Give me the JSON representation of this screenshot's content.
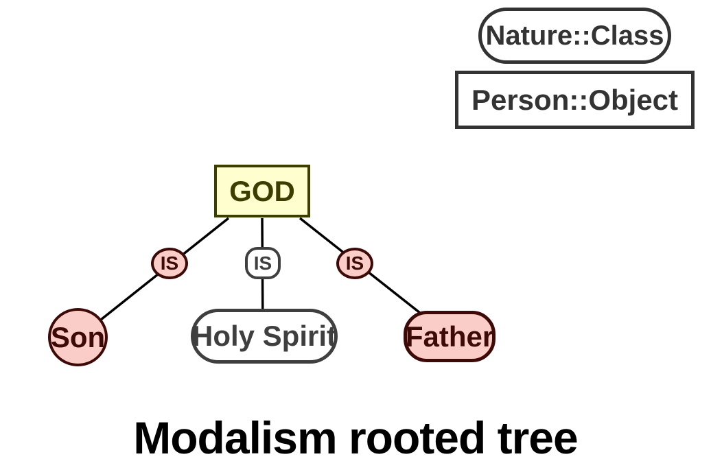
{
  "title": "Modalism rooted tree",
  "legend": {
    "class_node_label": "Nature::Class",
    "object_node_label": "Person::Object"
  },
  "tree": {
    "root": {
      "label": "GOD"
    },
    "edges": [
      {
        "label": "IS",
        "from": "GOD",
        "to": "Son"
      },
      {
        "label": "IS",
        "from": "GOD",
        "to": "Holy Spirit"
      },
      {
        "label": "IS",
        "from": "GOD",
        "to": "Father"
      }
    ],
    "children": [
      {
        "label": "Son"
      },
      {
        "label": "Holy Spirit"
      },
      {
        "label": "Father"
      }
    ]
  },
  "colors": {
    "person_fill": "#FACDC8",
    "person_border": "#3D0A08",
    "class_fill": "#FEFECE",
    "class_border": "#3D3D00",
    "neutral_border": "#3F3F3F",
    "legend_border": "#333333",
    "edge_line": "#000000",
    "title_text": "#000000",
    "background": "#FFFFFF"
  }
}
